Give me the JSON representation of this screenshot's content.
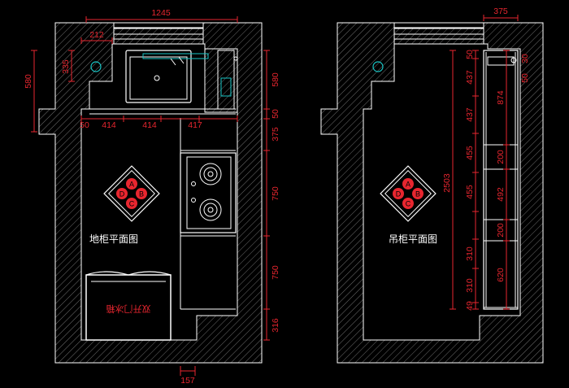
{
  "left_plan": {
    "title": "地柜平面图",
    "mirrored_label": "双开门冰箱",
    "top_dims": [
      "1245",
      "212"
    ],
    "left_dims": [
      "335",
      "580"
    ],
    "mid_dims": [
      "50",
      "414",
      "414",
      "417"
    ],
    "right_dims": [
      "580",
      "50",
      "375",
      "750",
      "750",
      "316"
    ],
    "bottom_dim": "157",
    "compass": [
      "A",
      "B",
      "C",
      "D"
    ]
  },
  "right_plan": {
    "title": "吊柜平面图",
    "top_dim": "375",
    "inner_dims": [
      "50",
      "437",
      "437",
      "455",
      "455",
      "310",
      "310",
      "49"
    ],
    "total_dim": "2503",
    "cabinet_dims": [
      "874",
      "200",
      "492",
      "200",
      "620"
    ],
    "corner_dims": [
      "30",
      "50"
    ],
    "compass": [
      "A",
      "B",
      "C",
      "D"
    ]
  },
  "colors": {
    "wall": "#ffffff",
    "dimension": "#e8262f",
    "cyan": "#19c6c6",
    "hatch": "#7a7a7a"
  }
}
